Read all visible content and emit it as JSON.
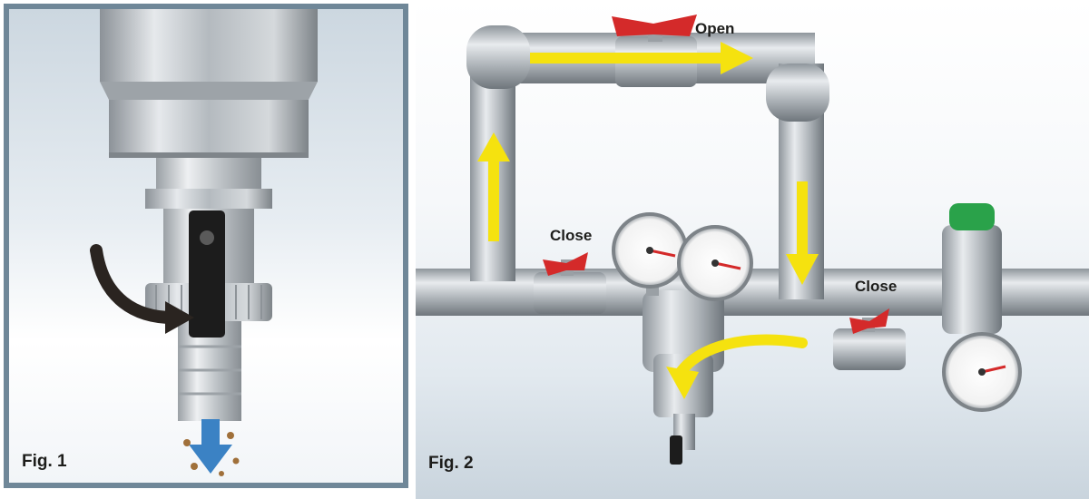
{
  "figures": [
    {
      "label": "Fig. 1"
    },
    {
      "label": "Fig. 2"
    }
  ],
  "valves": {
    "top": "Open",
    "left": "Close",
    "right": "Close"
  },
  "colors": {
    "frame": "#6f8798",
    "flow_arrow": "#f5e20f",
    "drain_arrow": "#3b82c4",
    "valve_handle": "#d42a2a",
    "cap": "#2aa24a"
  },
  "icons": [
    "curved-arrow-icon",
    "drain-arrow-icon",
    "flow-arrow-icon",
    "pressure-gauge-icon"
  ]
}
